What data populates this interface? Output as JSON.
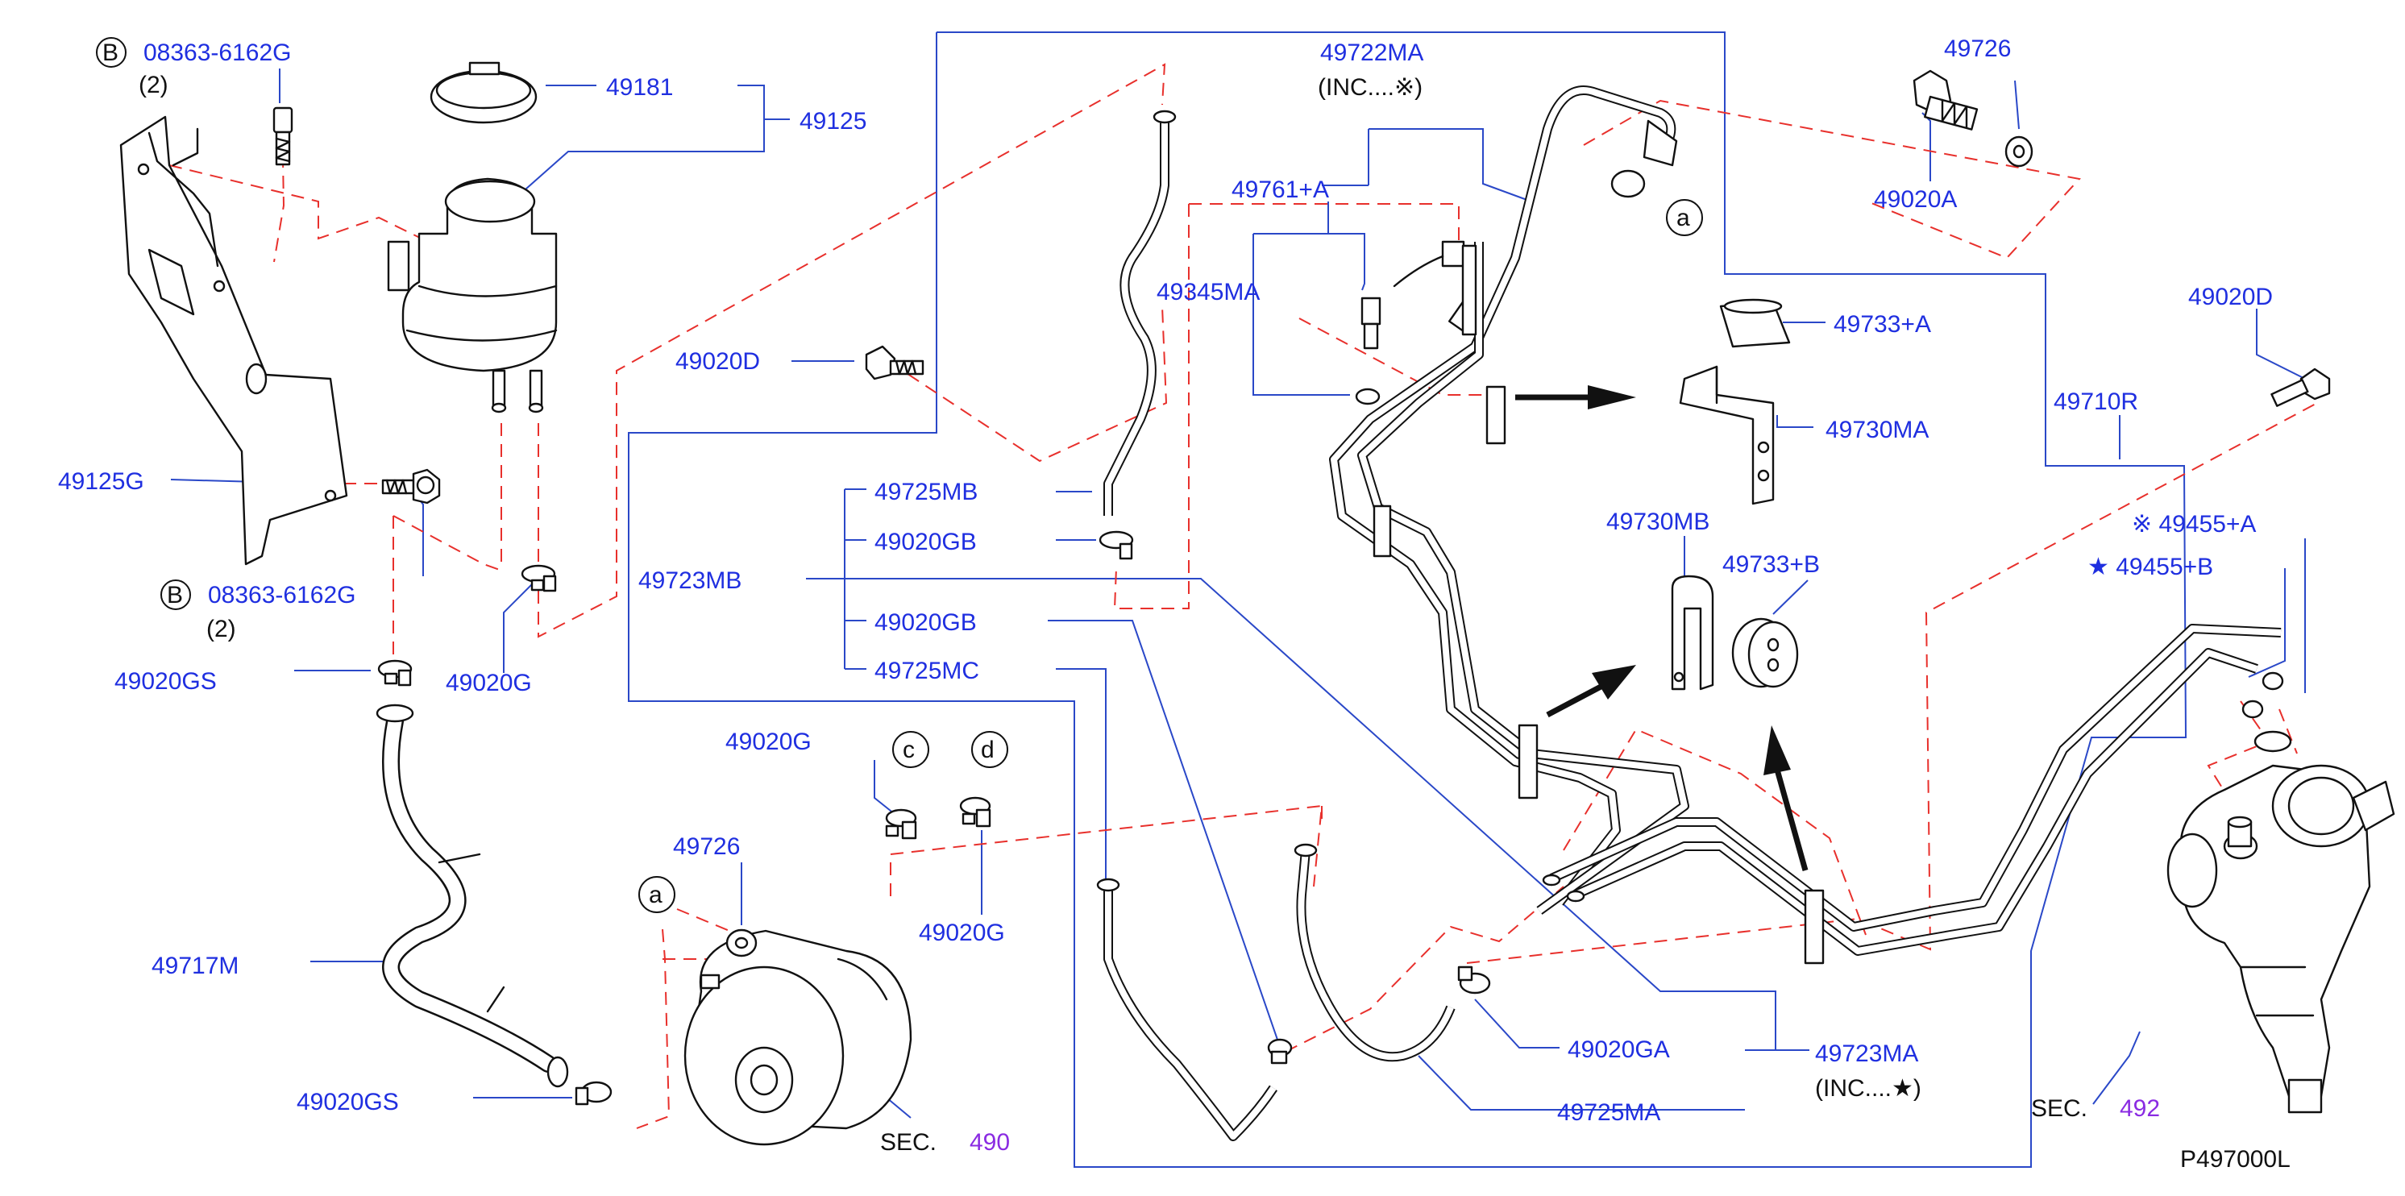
{
  "diagram_code": "P497000L",
  "callouts": {
    "a": "a",
    "c": "c",
    "d": "d",
    "b": "B"
  },
  "labels": {
    "bolt_b_top": "08363-6162G",
    "bolt_b_top_qty": "(2)",
    "bolt_b_bottom": "08363-6162G",
    "bolt_b_bottom_qty": "(2)",
    "cap": "49181",
    "reservoir": "49125",
    "bracket": "49125G",
    "clamp_gs_upper": "49020GS",
    "clamp_g_res": "49020G",
    "hose_suction": "49717M",
    "clamp_gs_lower": "49020GS",
    "clamp_d_mid": "49020D",
    "hose_mb": "49725MB",
    "clamp_gb_1": "49020GB",
    "tube_mb": "49723MB",
    "clamp_gb_2": "49020GB",
    "hose_mc": "49725MC",
    "tube_ma_top": "49722MA",
    "tube_ma_top_inc": "(INC....※)",
    "sensor_plus_a": "49761+A",
    "sensor_ma": "49345MA",
    "bolt_eye": "49726",
    "bolt_20a": "49020A",
    "clamp_d_right": "49020D",
    "insul_a": "49733+A",
    "bracket_ma": "49730MA",
    "tube_r": "49710R",
    "bracket_mb": "49730MB",
    "insul_b": "49733+B",
    "oring_a": "※ 49455+A",
    "oring_b": "★ 49455+B",
    "clamp_g_c": "49020G",
    "clamp_g_d": "49020G",
    "washer": "49726",
    "sec_pump": "SEC.",
    "sec_pump_num": "490",
    "clamp_ga": "49020GA",
    "hose_ma": "49725MA",
    "tube_ma_bottom": "49723MA",
    "tube_ma_bottom_inc": "(INC....★)",
    "sec_gear": "SEC.",
    "sec_gear_num": "492"
  },
  "colors": {
    "label": "#1f2fe0",
    "leader": "#2a48c8",
    "dashed": "#e8302c",
    "section": "#8a2be2",
    "outline": "#111111"
  }
}
